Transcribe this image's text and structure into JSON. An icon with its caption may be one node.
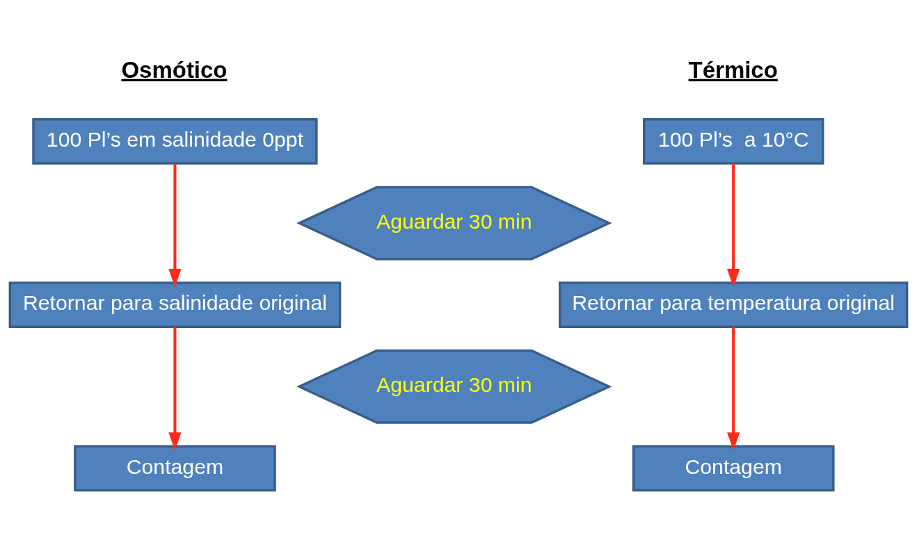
{
  "diagram": {
    "nodes": [
      {
        "text": [
          "100 Pl’s em salinidade 0ppt"
        ]
      },
      {
        "text": [
          "100 Pl’s  a 10°C"
        ]
      },
      {
        "text": [
          "Aguardar 30 min"
        ]
      },
      {
        "text": [
          "Retornar para salinidade original"
        ]
      },
      {
        "text": [
          "Retornar para temperatura original"
        ]
      },
      {
        "text": [
          "Aguardar 30 min"
        ]
      },
      {
        "text": [
          "Contagem"
        ]
      },
      {
        "text": [
          "Contagem"
        ]
      }
    ],
    "edges": [
      {
        "from": 0,
        "to": 3,
        "arrow": "to"
      },
      {
        "from": 3,
        "to": 6,
        "arrow": "to"
      },
      {
        "from": 1,
        "to": 4,
        "arrow": "to"
      },
      {
        "from": 4,
        "to": 7,
        "arrow": "to"
      }
    ],
    "labels": [
      "Osmótico",
      "Térmico"
    ]
  }
}
